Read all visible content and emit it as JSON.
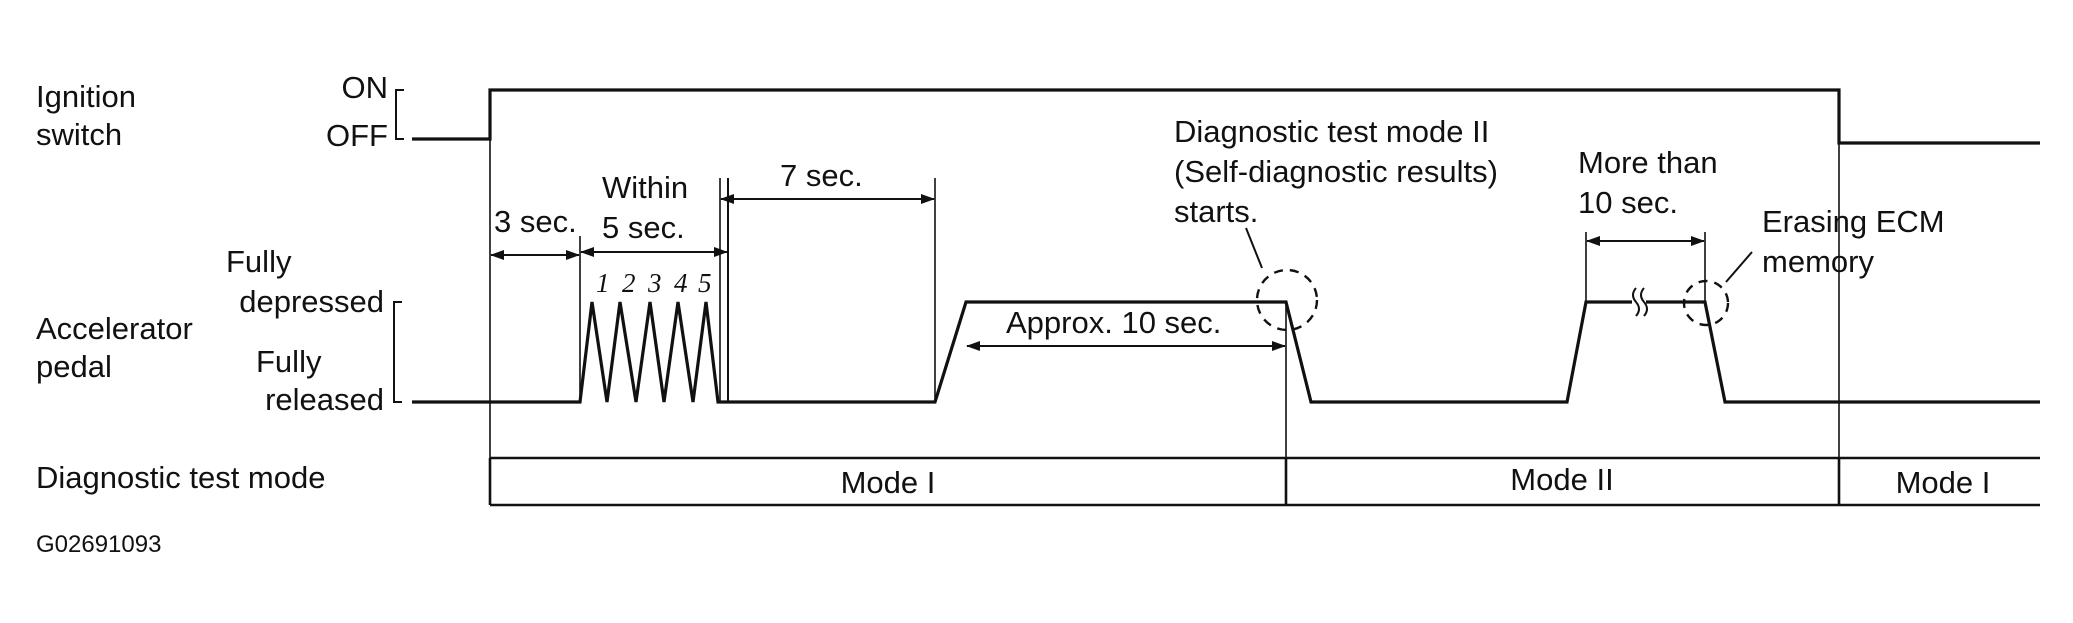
{
  "labels": {
    "ignition_switch_line1": "Ignition",
    "ignition_switch_line2": "switch",
    "ignition_on": "ON",
    "ignition_off": "OFF",
    "accel_pedal_line1": "Accelerator",
    "accel_pedal_line2": "pedal",
    "fully_depressed_line1": "Fully",
    "fully_depressed_line2": "depressed",
    "fully_released_line1": "Fully",
    "fully_released_line2": "released",
    "diagnostic_test_mode": "Diagnostic test mode",
    "figure_code": "G02691093"
  },
  "annotations": {
    "three_sec": "3 sec.",
    "within_line1": "Within",
    "within_line2": "5 sec.",
    "seven_sec": "7 sec.",
    "approx_ten_sec": "Approx. 10 sec.",
    "mode2_starts_line1": "Diagnostic test mode II",
    "mode2_starts_line2": "(Self-diagnostic results)",
    "mode2_starts_line3": "starts.",
    "more_than_line1": "More than",
    "more_than_line2": "10 sec.",
    "erasing_line1": "Erasing ECM",
    "erasing_line2": "memory",
    "press_counts": [
      "1",
      "2",
      "3",
      "4",
      "5"
    ]
  },
  "modes": {
    "mode_1_first": "Mode I",
    "mode_2": "Mode II",
    "mode_1_last": "Mode I"
  }
}
